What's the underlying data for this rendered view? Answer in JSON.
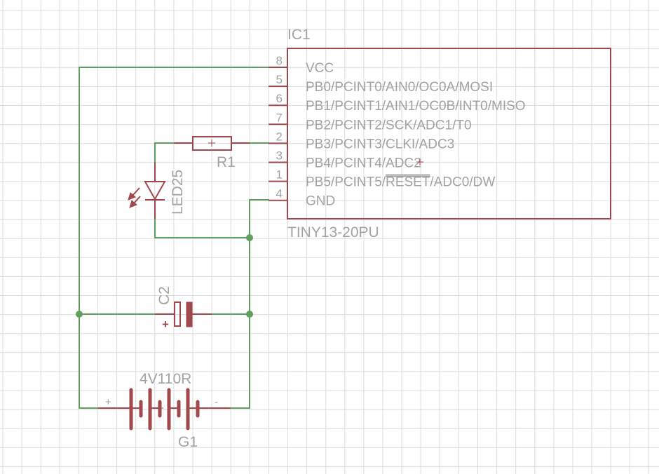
{
  "diagram": {
    "type": "electronic-schematic",
    "colors": {
      "wire": "#5fa05f",
      "component": "#a0484c",
      "label": "#a3a3a3",
      "grid": "#dcdcdc",
      "background": "#ffffff"
    },
    "ic": {
      "refdes": "IC1",
      "value": "TINY13-20PU",
      "pins": [
        {
          "number": "8",
          "name": "VCC",
          "overline": ""
        },
        {
          "number": "5",
          "name": "PB0/PCINT0/AIN0/OC0A/MOSI",
          "overline": ""
        },
        {
          "number": "6",
          "name": "PB1/PCINT1/AIN1/OC0B/INT0/MISO",
          "overline": ""
        },
        {
          "number": "7",
          "name": "PB2/PCINT2/SCK/ADC1/T0",
          "overline": ""
        },
        {
          "number": "2",
          "name": "PB3/PCINT3/CLKI/ADC3",
          "overline": ""
        },
        {
          "number": "3",
          "name": "PB4/PCINT4/ADC2",
          "overline": ""
        },
        {
          "number": "1",
          "name_pre": "PB5/PCINT5/",
          "name_over": "RESET",
          "name_post": "/ADC0/DW"
        },
        {
          "number": "4",
          "name": "GND",
          "overline": ""
        }
      ]
    },
    "resistor": {
      "refdes": "R1"
    },
    "led": {
      "refdes": "LED25"
    },
    "capacitor": {
      "refdes": "C2",
      "polarity_mark": "+"
    },
    "battery": {
      "refdes": "G1",
      "value": "4V110R",
      "plus_mark": "+",
      "minus_mark": "-"
    }
  }
}
